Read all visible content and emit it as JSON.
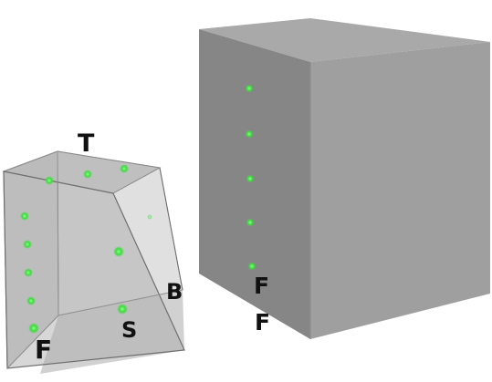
{
  "labels": {
    "transparent_box_top": "T",
    "transparent_box_back": "B",
    "transparent_box_side": "S",
    "transparent_box_front": "F",
    "solid_box_front_upper": "F",
    "solid_box_front_lower": "F"
  },
  "colors": {
    "marker": "#3ddc3d",
    "solid_front": "#868686",
    "solid_top": "#a9a9a9",
    "solid_right": "#9d9d9d",
    "glass_edge": "#6f6f6f",
    "label_text": "#111111"
  },
  "markers": {
    "transparent_box_count": 11,
    "solid_box_count": 5
  }
}
